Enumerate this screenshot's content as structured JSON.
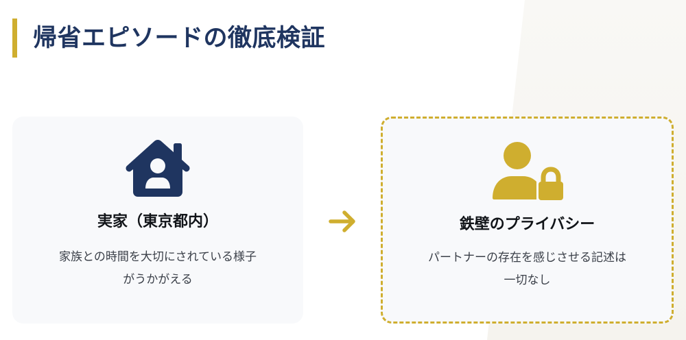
{
  "header": {
    "title": "帰省エピソードの徹底検証"
  },
  "colors": {
    "accent_gold": "#CFAE2F",
    "navy": "#1F3560",
    "card_bg": "#F8F9FB",
    "text_dark": "#111418",
    "text_body": "#3A3F48",
    "bg_shape": "#F8F7F3"
  },
  "cards": [
    {
      "icon": "house-user-icon",
      "title": "実家（東京都内）",
      "description_lines": [
        "家族との時間を大切にされている様子",
        "がうかがえる"
      ]
    },
    {
      "icon": "user-lock-icon",
      "title": "鉄壁のプライバシー",
      "description_lines": [
        "パートナーの存在を感じさせる記述は",
        "一切なし"
      ]
    }
  ],
  "connector": {
    "icon": "arrow-right-icon"
  }
}
